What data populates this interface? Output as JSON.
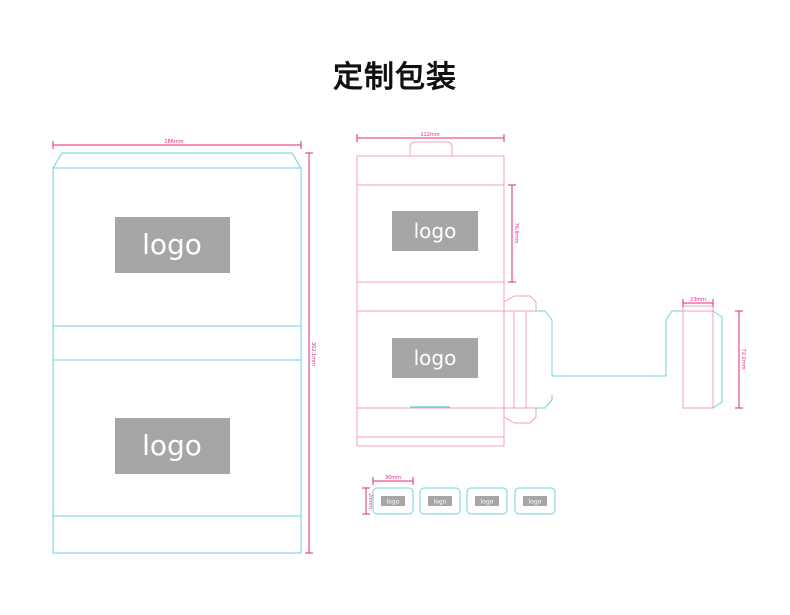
{
  "title": "定制包装",
  "colors": {
    "cut_line": "#6fd0e6",
    "fold_line": "#f2a0c0",
    "dimension": "#e0287d",
    "logo_box": "#a6a6a6",
    "logo_text": "#ffffff"
  },
  "logo_text": "logo",
  "dimensions": {
    "large_box_width": "186mm",
    "large_box_height": "302.1mm",
    "box2_width": "112mm",
    "box2_panel_height": "76.9mm",
    "tab_width": "23mm",
    "tab_height": "72.2mm",
    "small_width": "30mm",
    "small_height": "20mm"
  }
}
